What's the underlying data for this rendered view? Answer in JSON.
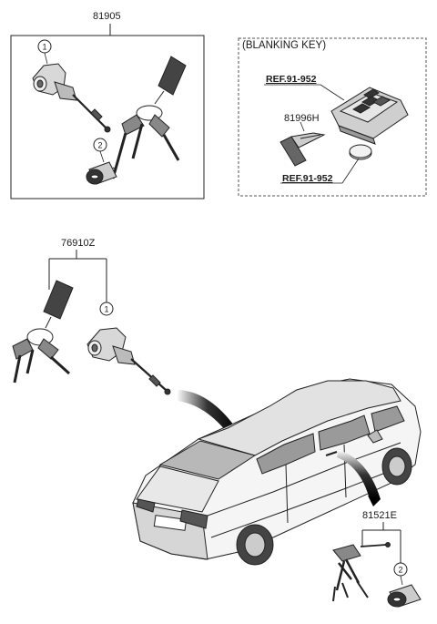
{
  "parts": {
    "kit_top": "81905",
    "blanking_key_title": "(BLANKING KEY)",
    "ref_fob": "REF.91-952",
    "blanking_key_part": "81996H",
    "ref_battery": "REF.91-952",
    "kit_cylinder": "76910Z",
    "kit_door": "81521E"
  },
  "callouts": {
    "one": "1",
    "two": "2"
  }
}
